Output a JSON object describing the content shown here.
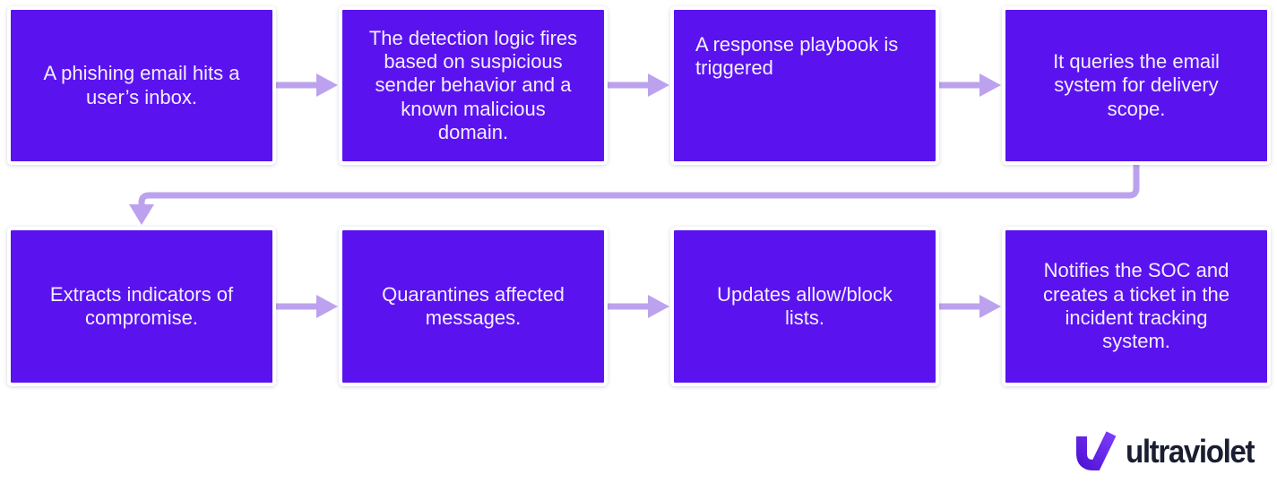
{
  "flow": {
    "boxes": [
      {
        "id": "step-1",
        "text": "A phishing email hits a\nuser’s inbox."
      },
      {
        "id": "step-2",
        "text": "The detection logic fires\nbased on suspicious\nsender behavior and a\nknown malicious\ndomain."
      },
      {
        "id": "step-3",
        "text": "A response playbook is\ntriggered"
      },
      {
        "id": "step-4",
        "text": "It queries the email\nsystem for delivery\nscope."
      },
      {
        "id": "step-5",
        "text": "Extracts indicators of\ncompromise."
      },
      {
        "id": "step-6",
        "text": "Quarantines affected\nmessages."
      },
      {
        "id": "step-7",
        "text": "Updates allow/block\nlists."
      },
      {
        "id": "step-8",
        "text": "Notifies the SOC and\ncreates a ticket in the\nincident tracking\nsystem."
      }
    ]
  },
  "branding": {
    "logo_text": "ultraviolet"
  },
  "colors": {
    "box_fill": "#5A13EF",
    "box_text": "#F3EEFF",
    "arrow_color": "#BCA2EE",
    "logo_purple": "#6C2BF2",
    "logo_text_color": "#1A1E30",
    "canvas_bg": "#FFFFFF"
  }
}
